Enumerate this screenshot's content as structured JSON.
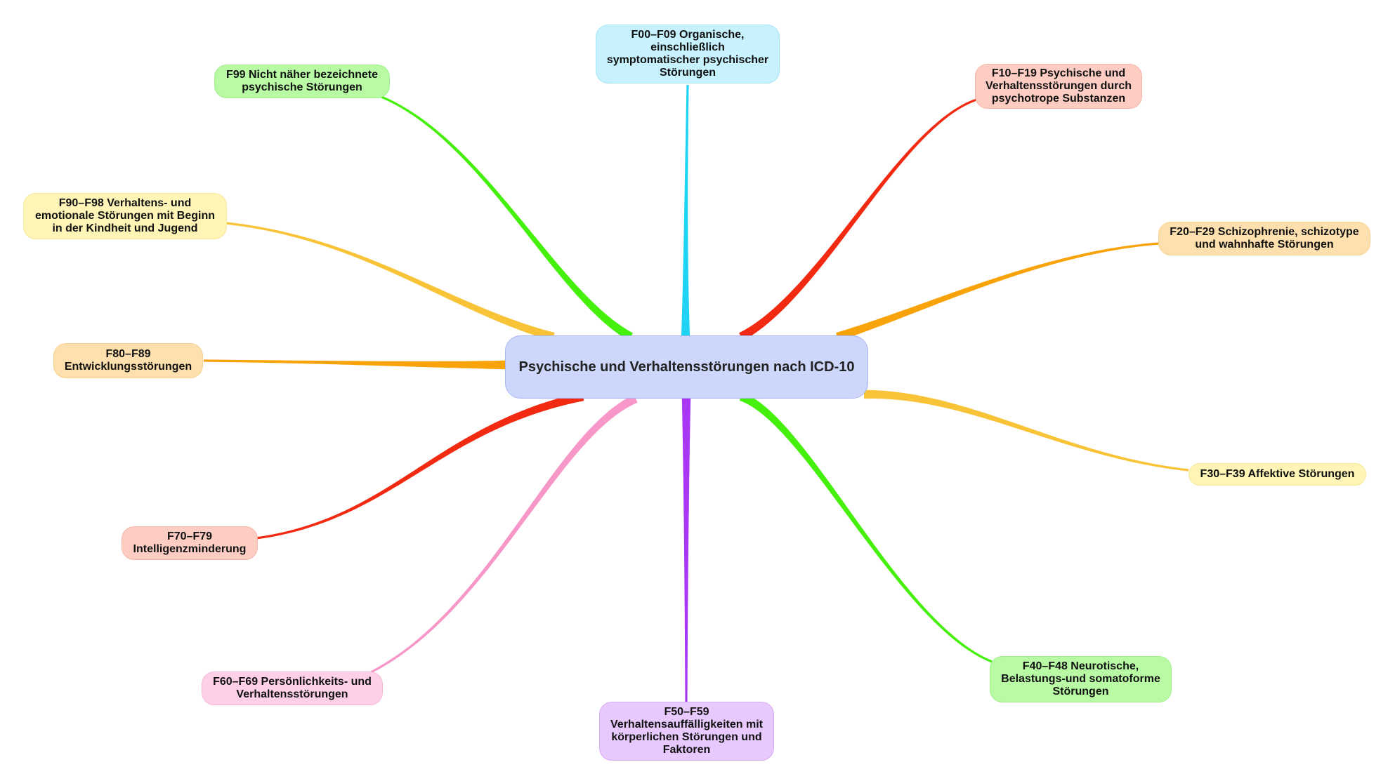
{
  "center": {
    "label": "Psychische und Verhaltensstörungen nach ICD-10",
    "fill": "#cdd6fb"
  },
  "branches": [
    {
      "id": "f00",
      "label": "F00–F09 Organische, einschließlich symptomatischer psychischer Störungen",
      "color": "#1fd3f5",
      "fill": "#c6f1fd",
      "border": "#a6e6f8"
    },
    {
      "id": "f10",
      "label": "F10–F19 Psychische und Verhaltensstörungen durch psychotrope Substanzen",
      "color": "#f22a12",
      "fill": "#fdcdc3",
      "border": "#f6b4a6"
    },
    {
      "id": "f20",
      "label": "F20–F29 Schizophrenie, schizotype und wahnhafte Störungen",
      "color": "#f9a30a",
      "fill": "#fee0ae",
      "border": "#f8d08d"
    },
    {
      "id": "f30",
      "label": "F30–F39 Affektive Störungen",
      "color": "#f8c337",
      "fill": "#fef5b6",
      "border": "#f6e896"
    },
    {
      "id": "f40",
      "label": "F40–F48 Neurotische, Belastungs-und somatoforme Störungen",
      "color": "#44f00c",
      "fill": "#b8fba4",
      "border": "#9ff089"
    },
    {
      "id": "f50",
      "label": "F50–F59 Verhaltensauffälligkeiten mit körperlichen Störungen und Faktoren",
      "color": "#aa36f5",
      "fill": "#e8c9fd",
      "border": "#d6aaf5"
    },
    {
      "id": "f60",
      "label": "F60–F69 Persönlichkeits- und Verhaltensstörungen",
      "color": "#f797c8",
      "fill": "#fdd0e8",
      "border": "#f6b8d8"
    },
    {
      "id": "f70",
      "label": "F70–F79 Intelligenzminderung",
      "color": "#f22a12",
      "fill": "#fdcdc3",
      "border": "#f6b4a6"
    },
    {
      "id": "f80",
      "label": "F80–F89 Entwicklungsstörungen",
      "color": "#f9a30a",
      "fill": "#fee0ae",
      "border": "#f8d08d"
    },
    {
      "id": "f90",
      "label": "F90–F98 Verhaltens- und emotionale Störungen mit Beginn in der Kindheit und Jugend",
      "color": "#f8c337",
      "fill": "#fef5b6",
      "border": "#f6e896"
    },
    {
      "id": "f99",
      "label": "F99 Nicht näher bezeichnete psychische Störungen",
      "color": "#44f00c",
      "fill": "#b8fba4",
      "border": "#9ff089"
    }
  ]
}
